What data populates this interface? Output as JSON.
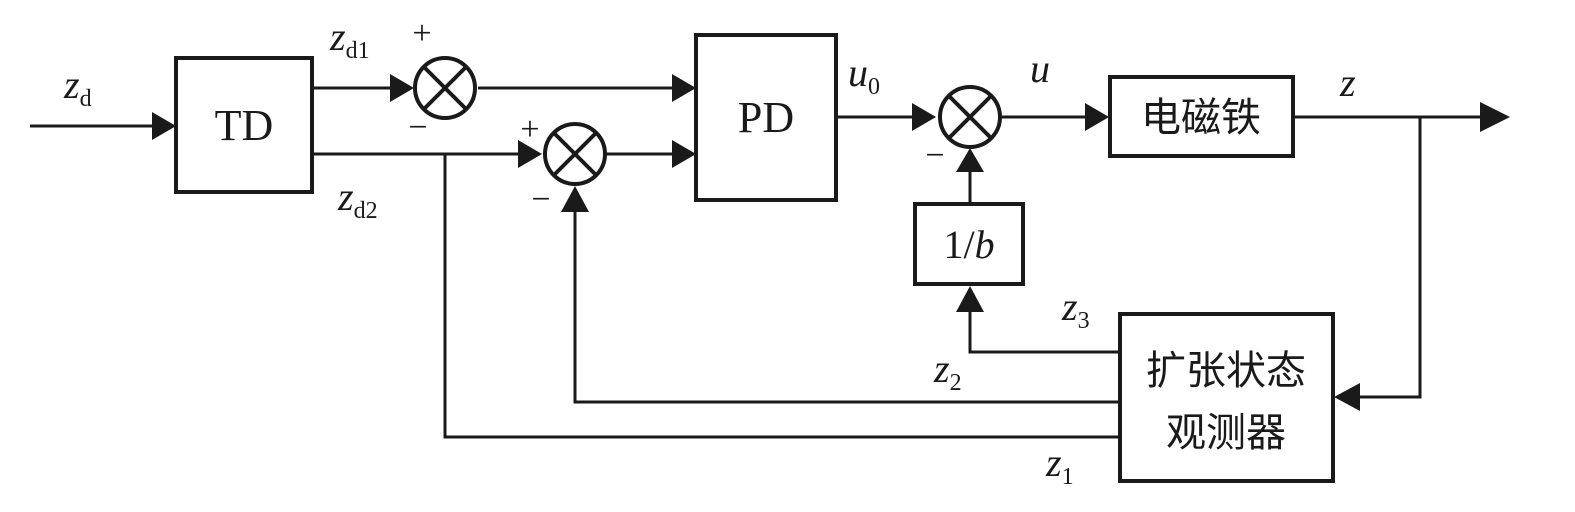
{
  "blocks": {
    "td": "TD",
    "pd": "PD",
    "magnet": "电磁铁",
    "gain_num": "1/",
    "gain_den": "b",
    "eso_line1": "扩张状态",
    "eso_line2": "观测器"
  },
  "signals": {
    "zd": {
      "main": "z",
      "sub": "d"
    },
    "zd1": {
      "main": "z",
      "sub": "d1"
    },
    "zd2": {
      "main": "z",
      "sub": "d2"
    },
    "u0": {
      "main": "u",
      "sub": "0"
    },
    "u": {
      "main": "u"
    },
    "z": {
      "main": "z"
    },
    "z1": {
      "main": "z",
      "sub": "1"
    },
    "z2": {
      "main": "z",
      "sub": "2"
    },
    "z3": {
      "main": "z",
      "sub": "3"
    }
  },
  "signs": {
    "plus": "+",
    "minus": "−"
  }
}
